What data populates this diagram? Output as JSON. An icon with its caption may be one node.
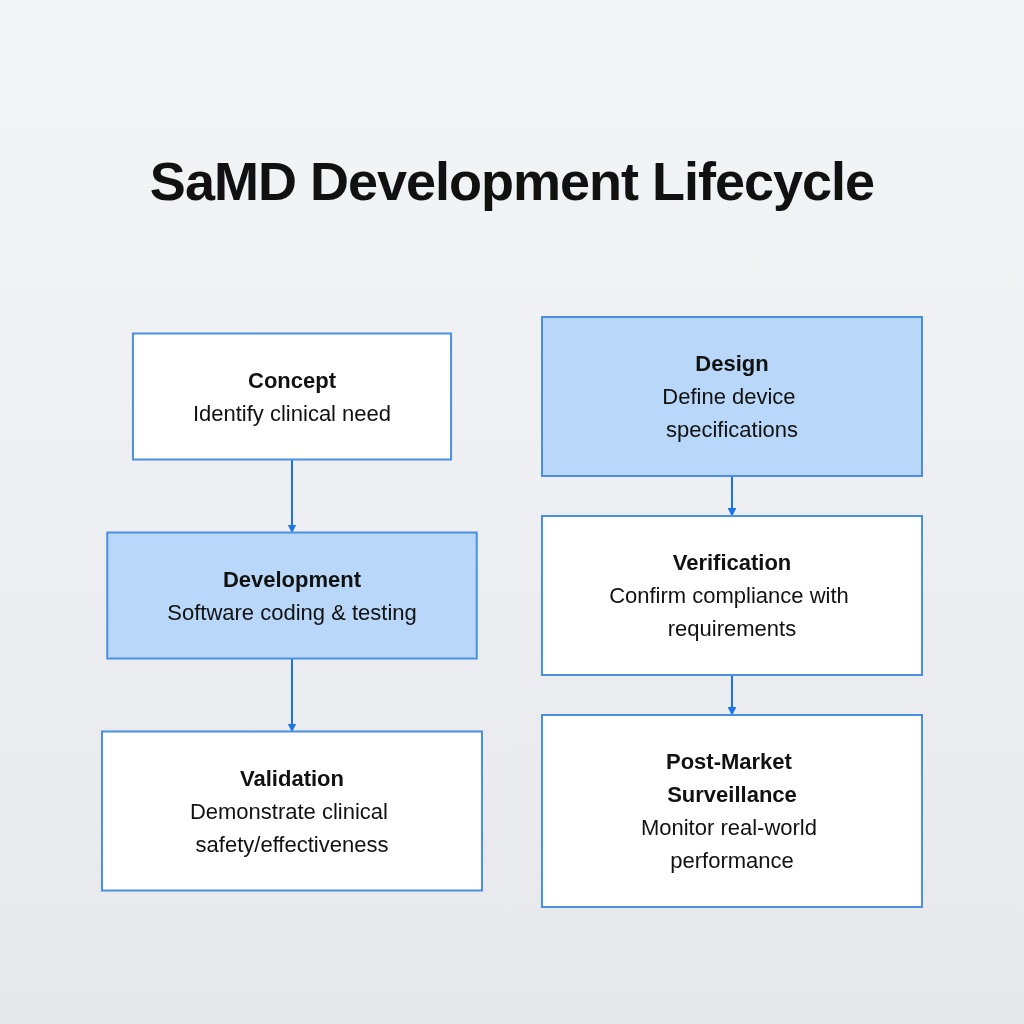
{
  "diagram": {
    "title": "SaMD Development Lifecycle",
    "nodes": [
      {
        "text": [
          "Concept",
          "Identify clinical need"
        ]
      },
      {
        "text": [
          "Design",
          "Define device specifications"
        ]
      },
      {
        "text": [
          "Development",
          "Software coding & testing"
        ]
      },
      {
        "text": [
          "Verification",
          "Confirm compliance with requirements"
        ]
      },
      {
        "text": [
          "Validation",
          "Demonstrate clinical safety/effectiveness"
        ]
      },
      {
        "text": [
          "Post-Market Surveillance",
          "Monitor real-world performance"
        ]
      }
    ],
    "edges": [
      {
        "from": 0,
        "to": 2,
        "arrow": "to"
      },
      {
        "from": 2,
        "to": 4,
        "arrow": "to"
      },
      {
        "from": 1,
        "to": 3,
        "arrow": "to"
      },
      {
        "from": 3,
        "to": 5,
        "arrow": "to"
      }
    ]
  }
}
